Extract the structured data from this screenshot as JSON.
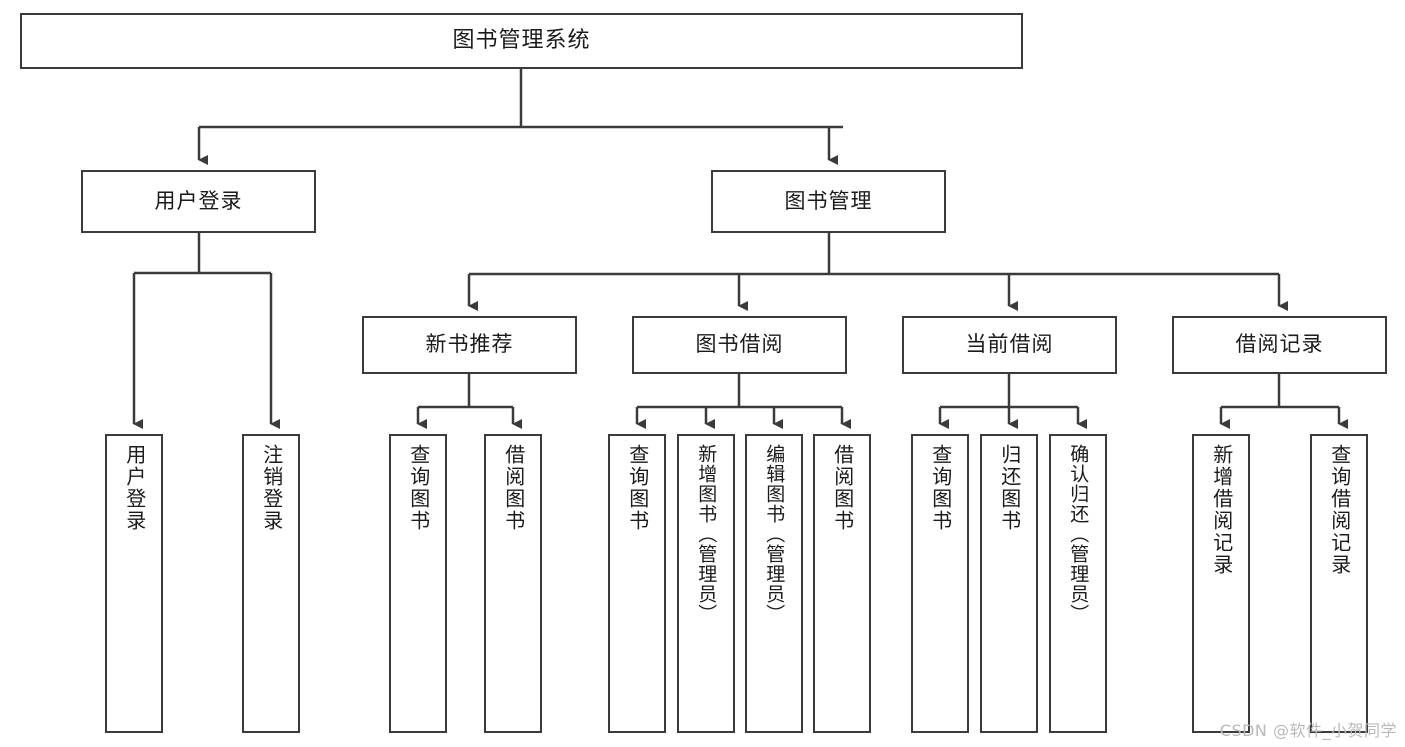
{
  "diagram": {
    "type": "tree",
    "title": "图书管理系统",
    "watermark": "CSDN @软件_小贺同学",
    "colors": {
      "box_border": "#3b3b3b",
      "box_fill": "#ffffff",
      "connector": "#3b3b3b",
      "text": "#1b1b1b",
      "watermark": "#b9b9b9"
    },
    "root": {
      "label": "图书管理系统"
    },
    "level2": [
      {
        "id": "user-login",
        "label": "用户登录"
      },
      {
        "id": "book-manage",
        "label": "图书管理"
      }
    ],
    "level3": [
      {
        "id": "new-book-rec",
        "label": "新书推荐"
      },
      {
        "id": "book-borrow",
        "label": "图书借阅"
      },
      {
        "id": "current-borrow",
        "label": "当前借阅"
      },
      {
        "id": "borrow-record",
        "label": "借阅记录"
      }
    ],
    "leaves": {
      "user_login": [
        {
          "id": "leaf-user-login",
          "label": "用户登录"
        },
        {
          "id": "leaf-logout",
          "label": "注销登录"
        }
      ],
      "new_book_rec": [
        {
          "id": "leaf-query-book-1",
          "label": "查询图书"
        },
        {
          "id": "leaf-borrow-book-1",
          "label": "借阅图书"
        }
      ],
      "book_borrow": [
        {
          "id": "leaf-query-book-2",
          "label": "查询图书"
        },
        {
          "id": "leaf-add-book",
          "label": "新增图书（管理员）"
        },
        {
          "id": "leaf-edit-book",
          "label": "编辑图书（管理员）"
        },
        {
          "id": "leaf-borrow-book-2",
          "label": "借阅图书"
        }
      ],
      "current_borrow": [
        {
          "id": "leaf-query-book-3",
          "label": "查询图书"
        },
        {
          "id": "leaf-return-book",
          "label": "归还图书"
        },
        {
          "id": "leaf-confirm-return",
          "label": "确认归还（管理员）"
        }
      ],
      "borrow_record": [
        {
          "id": "leaf-add-record",
          "label": "新增借阅记录"
        },
        {
          "id": "leaf-query-record",
          "label": "查询借阅记录"
        }
      ]
    }
  }
}
